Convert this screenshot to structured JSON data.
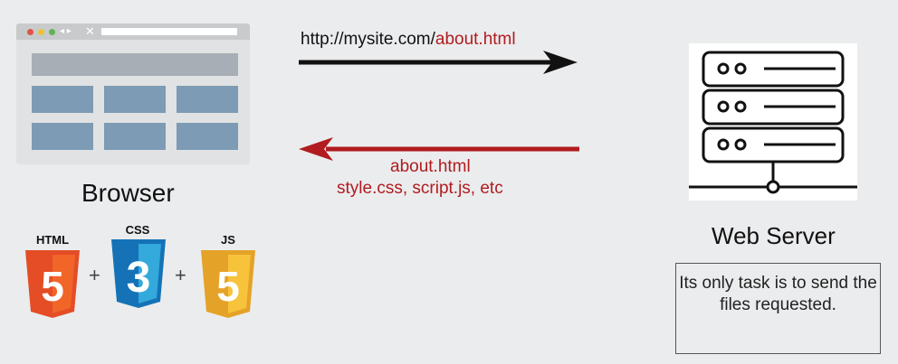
{
  "request": {
    "url_prefix": "http://mysite.com/",
    "url_file": "about.html"
  },
  "response": {
    "line1": "about.html",
    "line2": "style.css, script.js, etc"
  },
  "browser": {
    "label": "Browser"
  },
  "server": {
    "label": "Web Server",
    "note": "Its only task is to send the files requested."
  },
  "tech": {
    "html": "HTML",
    "css": "CSS",
    "js": "JS",
    "html_num": "5",
    "css_num": "3",
    "js_num": "5",
    "plus": "+"
  },
  "colors": {
    "red": "#b01c1f",
    "black": "#111111",
    "html": "#e44d26",
    "css": "#1572b6",
    "js": "#f0b72b"
  }
}
